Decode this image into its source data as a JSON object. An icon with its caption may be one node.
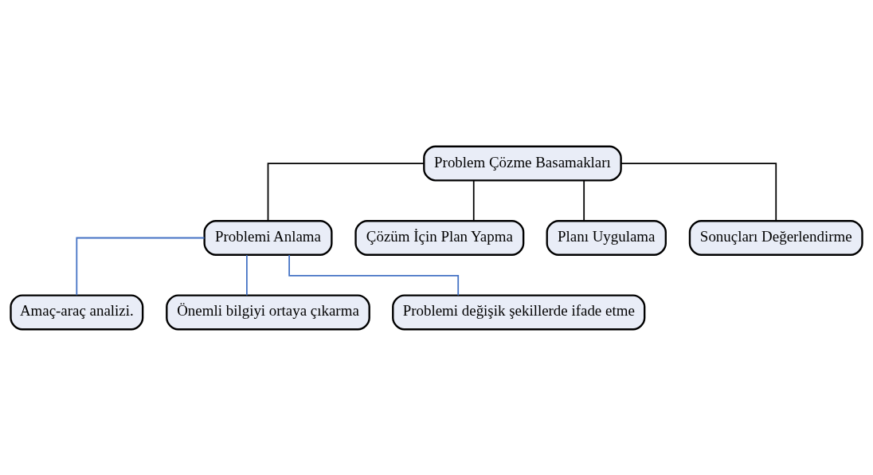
{
  "diagram": {
    "nodes": [
      {
        "text": [
          "Problem Çözme Basamakları"
        ]
      },
      {
        "text": [
          "Problemi Anlama"
        ]
      },
      {
        "text": [
          "Çözüm İçin Plan Yapma"
        ]
      },
      {
        "text": [
          "Planı Uygulama"
        ]
      },
      {
        "text": [
          "Sonuçları Değerlendirme"
        ]
      },
      {
        "text": [
          "Amaç-araç analizi."
        ]
      },
      {
        "text": [
          "Önemli bilgiyi ortaya çıkarma"
        ]
      },
      {
        "text": [
          "Problemi değişik şekillerde ifade etme"
        ]
      }
    ],
    "edges": [
      {
        "from": 0,
        "to": 1,
        "arrow": "none"
      },
      {
        "from": 0,
        "to": 2,
        "arrow": "none"
      },
      {
        "from": 0,
        "to": 3,
        "arrow": "none"
      },
      {
        "from": 0,
        "to": 4,
        "arrow": "none"
      },
      {
        "from": 1,
        "to": 5,
        "arrow": "none",
        "color": "#4472c4"
      },
      {
        "from": 1,
        "to": 6,
        "arrow": "none",
        "color": "#4472c4"
      },
      {
        "from": 1,
        "to": 7,
        "arrow": "none",
        "color": "#4472c4"
      }
    ]
  }
}
